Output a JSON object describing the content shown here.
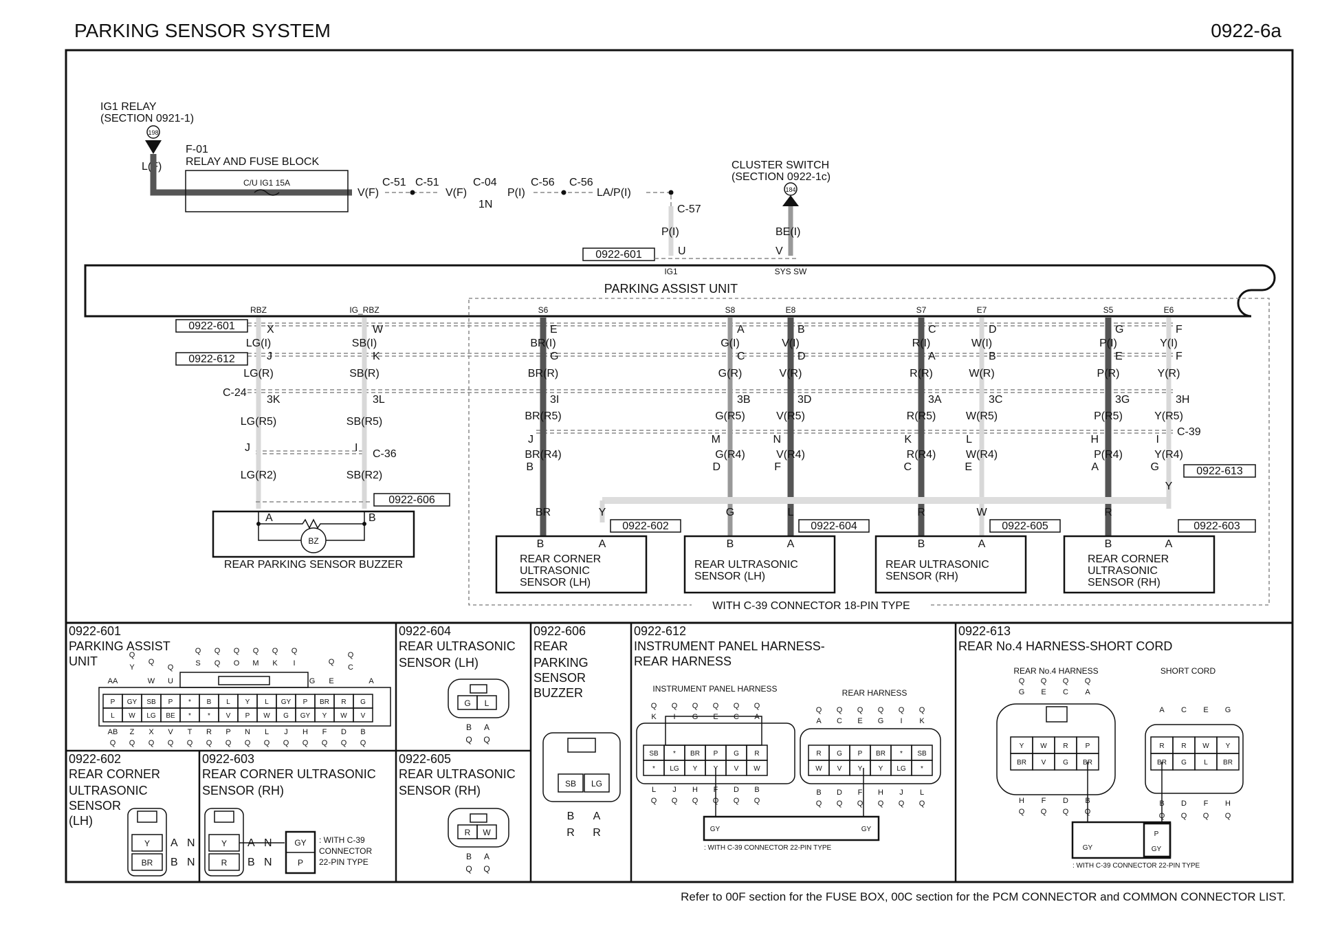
{
  "header": {
    "title": "PARKING SENSOR SYSTEM",
    "code": "0922-6a"
  },
  "top": {
    "ig1_relay": "IG1 RELAY",
    "ig1_section": "(SECTION 0921-1)",
    "ig1_num": "198",
    "lf": "L(F)",
    "f01": "F-01",
    "relay_block": "RELAY AND FUSE BLOCK",
    "fuse": "C/U IG1 15A",
    "vf1": "V(F)",
    "c51a": "C-51",
    "c51b": "C-51",
    "vf2": "V(F)",
    "c04": "C-04",
    "n1": "1N",
    "pi": "P(I)",
    "c56a": "C-56",
    "c56b": "C-56",
    "lapi": "LA/P(I)",
    "c57": "C-57",
    "pi2": "P(I)",
    "cluster": "CLUSTER SWITCH",
    "cluster_section": "(SECTION 0922-1c)",
    "cluster_num": "184",
    "bei": "BE(I)",
    "ref601": "0922-601",
    "u": "U",
    "v": "V",
    "ig1": "IG1",
    "sysw": "SYS SW",
    "pau": "PARKING ASSIST UNIT"
  },
  "left": {
    "rbz": "RBZ",
    "igrbz": "IG_RBZ",
    "ref601": "0922-601",
    "ref612": "0922-612",
    "c24": "C-24",
    "x": "X",
    "w": "W",
    "lgi": "LG(I)",
    "sbi": "SB(I)",
    "j": "J",
    "k": "K",
    "lgr": "LG(R)",
    "sbr": "SB(R)",
    "k3": "3K",
    "l3": "3L",
    "lgr5": "LG(R5)",
    "sbr5": "SB(R5)",
    "j2": "J",
    "i2": "I",
    "c36": "C-36",
    "lgr2": "LG(R2)",
    "sbr2": "SB(R2)",
    "ref606": "0922-606",
    "a": "A",
    "b": "B",
    "bz": "BZ",
    "buzzer": "REAR PARKING SENSOR BUZZER"
  },
  "columns": [
    {
      "term": "S6",
      "p1": "E",
      "w1": "BR(I)",
      "p2": "G",
      "w2": "BR(R)",
      "p3": "3I",
      "w3": "BR(R5)",
      "p4": "J",
      "w4": "BR(R4)",
      "p5": "B",
      "w5": "BR"
    },
    {
      "term": "S8",
      "p1": "A",
      "w1": "G(I)",
      "p2": "C",
      "w2": "G(R)",
      "p3": "3B",
      "w3": "G(R5)",
      "p4": "M",
      "w4": "G(R4)",
      "p5": "D",
      "w5": "G"
    },
    {
      "term": "E8",
      "p1": "B",
      "w1": "V(I)",
      "p2": "D",
      "w2": "V(R)",
      "p3": "3D",
      "w3": "V(R5)",
      "p4": "N",
      "w4": "V(R4)",
      "p5": "F",
      "w5": "L"
    },
    {
      "term": "S7",
      "p1": "C",
      "w1": "R(I)",
      "p2": "A",
      "w2": "R(R)",
      "p3": "3A",
      "w3": "R(R5)",
      "p4": "K",
      "w4": "R(R4)",
      "p5": "C",
      "w5": "R"
    },
    {
      "term": "E7",
      "p1": "D",
      "w1": "W(I)",
      "p2": "B",
      "w2": "W(R)",
      "p3": "3C",
      "w3": "W(R5)",
      "p4": "L",
      "w4": "W(R4)",
      "p5": "E",
      "w5": "W"
    },
    {
      "term": "S5",
      "p1": "G",
      "w1": "P(I)",
      "p2": "E",
      "w2": "P(R)",
      "p3": "3G",
      "w3": "P(R5)",
      "p4": "H",
      "w4": "P(R4)",
      "p5": "A",
      "w5": "R"
    },
    {
      "term": "E6",
      "p1": "F",
      "w1": "Y(I)",
      "p2": "F",
      "w2": "Y(R)",
      "p3": "3H",
      "w3": "Y(R5)",
      "p4": "I",
      "w4": "Y(R4)",
      "p5": "G",
      "w5": "Y"
    }
  ],
  "right": {
    "c39": "C-39",
    "ref613": "0922-613",
    "y": "Y",
    "ref602": "0922-602",
    "ref604": "0922-604",
    "ref605": "0922-605",
    "ref603": "0922-603",
    "sensors": [
      {
        "l1": "REAR CORNER",
        "l2": "ULTRASONIC",
        "l3": "SENSOR (LH)",
        "b": "B",
        "a": "A"
      },
      {
        "l1": "REAR ULTRASONIC",
        "l2": "SENSOR (LH)",
        "l3": "",
        "b": "B",
        "a": "A"
      },
      {
        "l1": "REAR ULTRASONIC",
        "l2": "SENSOR (RH)",
        "l3": "",
        "b": "B",
        "a": "A"
      },
      {
        "l1": "REAR CORNER",
        "l2": "ULTRASONIC",
        "l3": "SENSOR (RH)",
        "b": "B",
        "a": "A"
      }
    ],
    "with_c39": "WITH C-39 CONNECTOR 18-PIN TYPE"
  },
  "panels": {
    "p601": {
      "code": "0922-601",
      "l1": "PARKING ASSIST",
      "l2": "UNIT",
      "toprow": [
        "Q",
        "Q",
        "Q",
        "Q",
        "Q",
        "Q"
      ],
      "row1": [
        "P",
        "GY",
        "SB",
        "P",
        "*",
        "B",
        "L",
        "Y",
        "L",
        "GY",
        "P",
        "BR",
        "R",
        "G"
      ],
      "row2": [
        "L",
        "W",
        "LG",
        "BE",
        "*",
        "*",
        "V",
        "P",
        "W",
        "G",
        "GY",
        "Y",
        "W",
        "V"
      ],
      "bot1": [
        "AB",
        "Z",
        "X",
        "V",
        "T",
        "R",
        "P",
        "N",
        "L",
        "J",
        "H",
        "F",
        "D",
        "B"
      ],
      "topl": [
        "S",
        "Q",
        "O",
        "M",
        "K",
        "I"
      ],
      "aa": "AA",
      "yy": "Y",
      "ww": "W",
      "uu": "U",
      "gg": "G",
      "ee": "E",
      "cc": "C",
      "a1": "A",
      "q": "Q"
    },
    "p604": {
      "code": "0922-604",
      "l1": "REAR ULTRASONIC",
      "l2": "SENSOR (LH)",
      "g": "G",
      "l": "L",
      "b": "B",
      "a": "A",
      "q": "Q"
    },
    "p606": {
      "code": "0922-606",
      "l1": "REAR",
      "l2": "PARKING",
      "l3": "SENSOR",
      "l4": "BUZZER",
      "sb": "SB",
      "lg": "LG",
      "b": "B",
      "a": "A",
      "r": "R"
    },
    "p612": {
      "code": "0922-612",
      "l1": "INSTRUMENT PANEL HARNESS-",
      "l2": "REAR HARNESS",
      "iph": "INSTRUMENT PANEL HARNESS",
      "rh": "REAR HARNESS",
      "l_top": [
        "K",
        "I",
        "G",
        "E",
        "C",
        "A"
      ],
      "l_r1": [
        "SB",
        "*",
        "BR",
        "P",
        "G",
        "R"
      ],
      "l_r2": [
        "*",
        "LG",
        "Y",
        "Y",
        "V",
        "W"
      ],
      "l_bot": [
        "L",
        "J",
        "H",
        "F",
        "D",
        "B"
      ],
      "r_top": [
        "A",
        "C",
        "E",
        "G",
        "I",
        "K"
      ],
      "r_r1": [
        "R",
        "G",
        "P",
        "BR",
        "*",
        "SB"
      ],
      "r_r2": [
        "W",
        "V",
        "Y",
        "Y",
        "LG",
        "*"
      ],
      "r_bot": [
        "B",
        "D",
        "F",
        "H",
        "J",
        "L"
      ],
      "gy": "GY",
      "note": ": WITH C-39 CONNECTOR 22-PIN TYPE",
      "q": "Q"
    },
    "p613": {
      "code": "0922-613",
      "l1": "REAR No.4 HARNESS-SHORT CORD",
      "rh4": "REAR No.4 HARNESS",
      "sc": "SHORT CORD",
      "l_top": [
        "G",
        "E",
        "C",
        "A"
      ],
      "l_r1": [
        "Y",
        "W",
        "R",
        "P"
      ],
      "l_r2": [
        "BR",
        "V",
        "G",
        "BR"
      ],
      "l_bot": [
        "H",
        "F",
        "D",
        "B"
      ],
      "r_top": [
        "A",
        "C",
        "E",
        "G"
      ],
      "r_r1": [
        "R",
        "R",
        "W",
        "Y"
      ],
      "r_r2": [
        "BR",
        "G",
        "L",
        "BR"
      ],
      "r_bot": [
        "B",
        "D",
        "F",
        "H"
      ],
      "gy": "GY",
      "p": "P",
      "note": ": WITH C-39 CONNECTOR 22-PIN TYPE",
      "q": "Q"
    },
    "p602": {
      "code": "0922-602",
      "l1": "REAR CORNER",
      "l2": "ULTRASONIC",
      "l3": "SENSOR",
      "l4": "(LH)",
      "y": "Y",
      "br": "BR",
      "a": "A",
      "b": "B",
      "n": "N"
    },
    "p603": {
      "code": "0922-603",
      "l1": "REAR CORNER ULTRASONIC",
      "l2": "SENSOR (RH)",
      "y": "Y",
      "r": "R",
      "a": "A",
      "b": "B",
      "n": "N",
      "gy": "GY",
      "p": "P",
      "note1": ": WITH C-39",
      "note2": "CONNECTOR",
      "note3": "22-PIN TYPE"
    },
    "p605": {
      "code": "0922-605",
      "l1": "REAR ULTRASONIC",
      "l2": "SENSOR (RH)",
      "r": "R",
      "w": "W",
      "b": "B",
      "a": "A",
      "q": "Q"
    }
  },
  "footer": "Refer to 00F section for the FUSE BOX, 00C section for the PCM CONNECTOR and COMMON CONNECTOR LIST."
}
